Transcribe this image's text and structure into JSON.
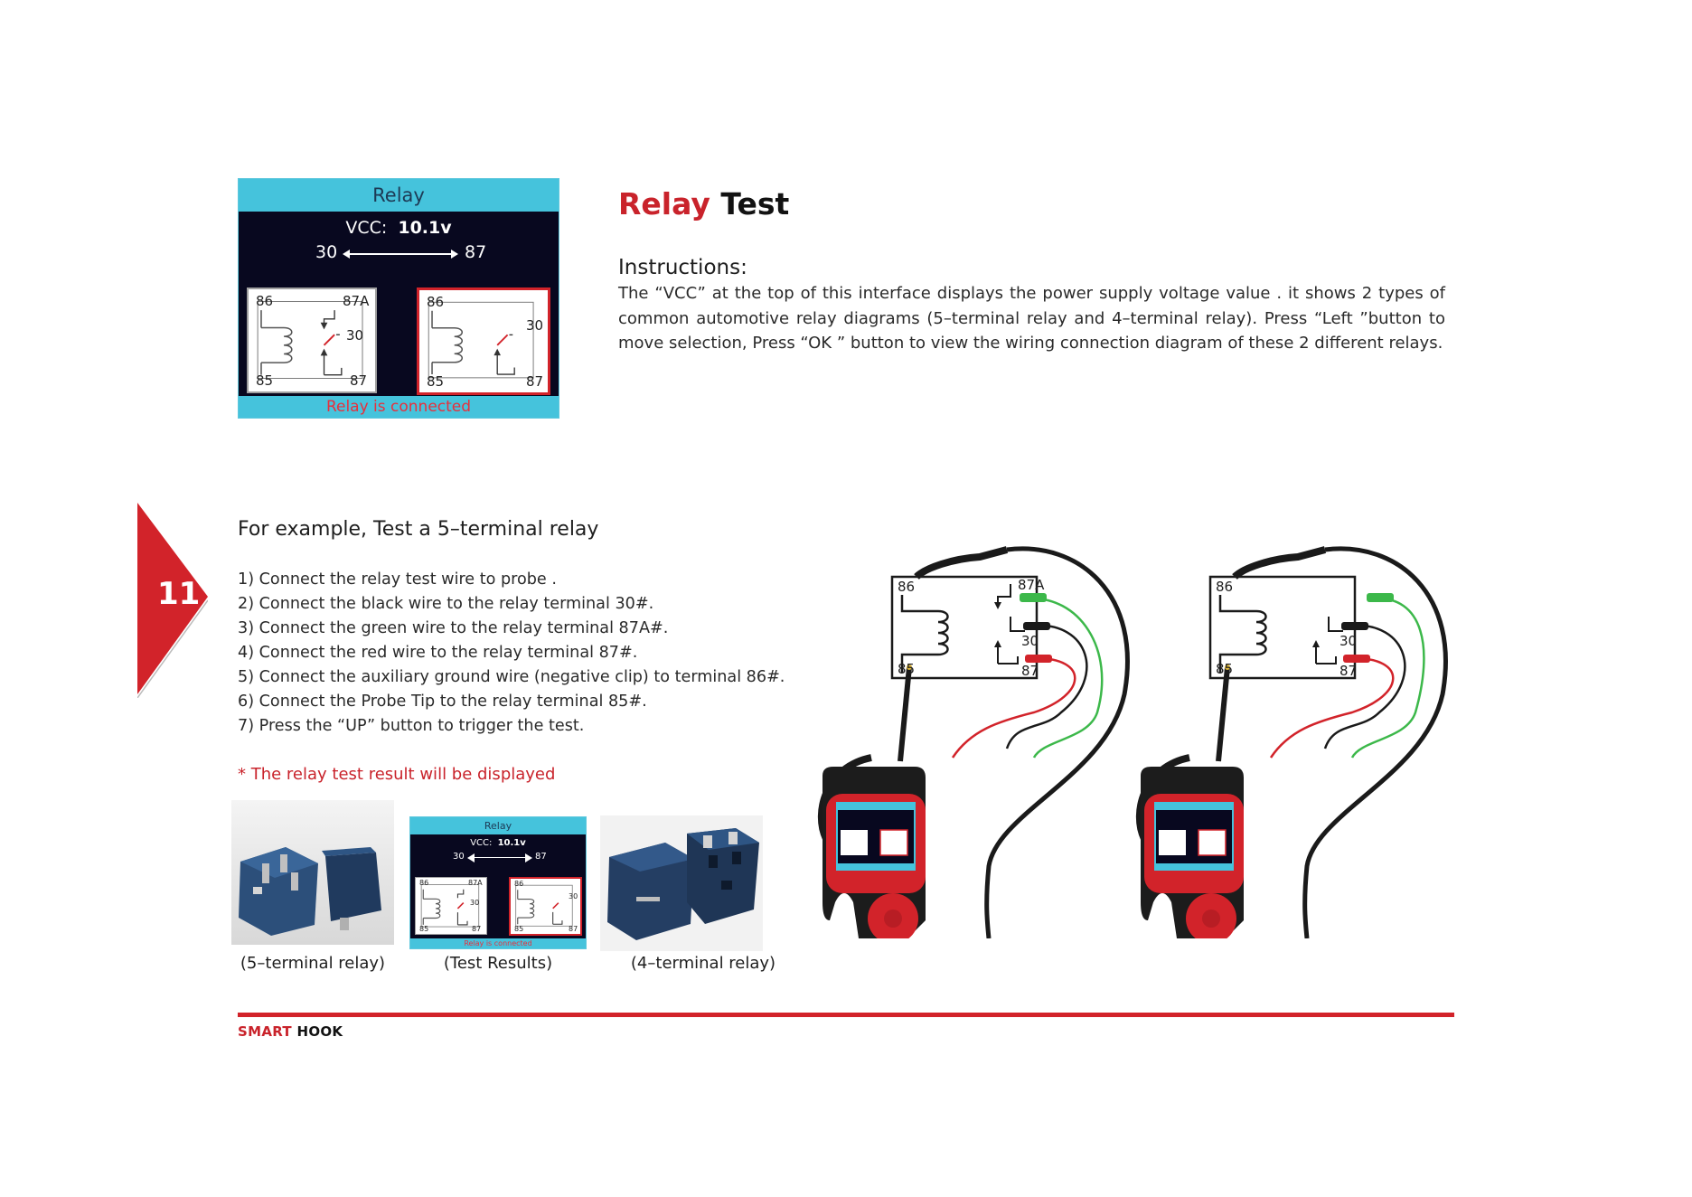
{
  "page_number": "11",
  "title": {
    "part1": "Relay",
    "part2": " Test"
  },
  "instructions": {
    "heading": "Instructions:",
    "body": "The “VCC” at the top of this interface displays the power supply voltage value . it shows 2 types of common automotive relay diagrams (5–terminal relay and 4–terminal relay). Press “Left ”button to move selection, Press “OK ” button to view the wiring connection diagram of these 2 different relays."
  },
  "screen": {
    "header": "Relay",
    "vcc_label": "VCC:",
    "vcc_value": "10.1v",
    "from_terminal": "30",
    "to_terminal": "87",
    "status": "Relay is connected",
    "five_terminal": {
      "t86": "86",
      "t87a": "87A",
      "t30": "30",
      "t85": "85",
      "t87": "87"
    },
    "four_terminal": {
      "t86": "86",
      "t30": "30",
      "t85": "85",
      "t87": "87"
    }
  },
  "example": {
    "heading": "For example, Test a 5–terminal relay",
    "steps": [
      "1) Connect the relay test wire to probe .",
      "2) Connect the black wire to the relay terminal 30#.",
      "3) Connect the green wire to the relay terminal 87A#.",
      "4) Connect the red wire to the relay terminal 87#.",
      "5) Connect the auxiliary ground wire (negative clip) to terminal 86#.",
      "6) Connect the Probe Tip to the relay terminal 85#.",
      "7) Press the “UP” button to trigger the test."
    ],
    "note": "* The relay test result will be displayed"
  },
  "captions": {
    "five_terminal": "(5–terminal relay)",
    "test_results": "(Test Results)",
    "four_terminal": "(4–terminal relay)"
  },
  "wiring": {
    "left": {
      "t86": "86",
      "t87a": "87A",
      "t30": "30",
      "t85": "85",
      "t87": "87"
    },
    "right": {
      "t86": "86",
      "t30": "30",
      "t85": "85",
      "t87": "87"
    }
  },
  "footer": {
    "brand_part1": "SMART",
    "brand_part2": " HOOK"
  },
  "colors": {
    "brand_red": "#c9232b",
    "screen_cyan": "#45c3dc",
    "screen_bg": "#08081f",
    "wire_green": "#3cb84a",
    "wire_red": "#d2232a"
  }
}
